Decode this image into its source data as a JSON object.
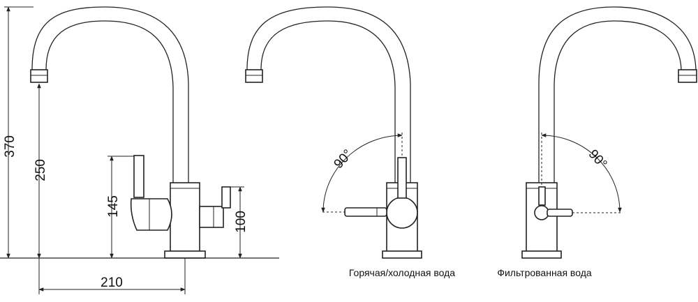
{
  "dimensions": {
    "total_height": "370",
    "spout_height": "250",
    "lever_height": "145",
    "side_handle_height": "100",
    "reach": "210"
  },
  "views": {
    "hot_cold": {
      "caption": "Горячая/холодная вода",
      "angle": "90°"
    },
    "filtered": {
      "caption": "Фильтрованная вода",
      "angle": "90°"
    }
  },
  "icons": {
    "arrowheads": "arrow-icon"
  }
}
